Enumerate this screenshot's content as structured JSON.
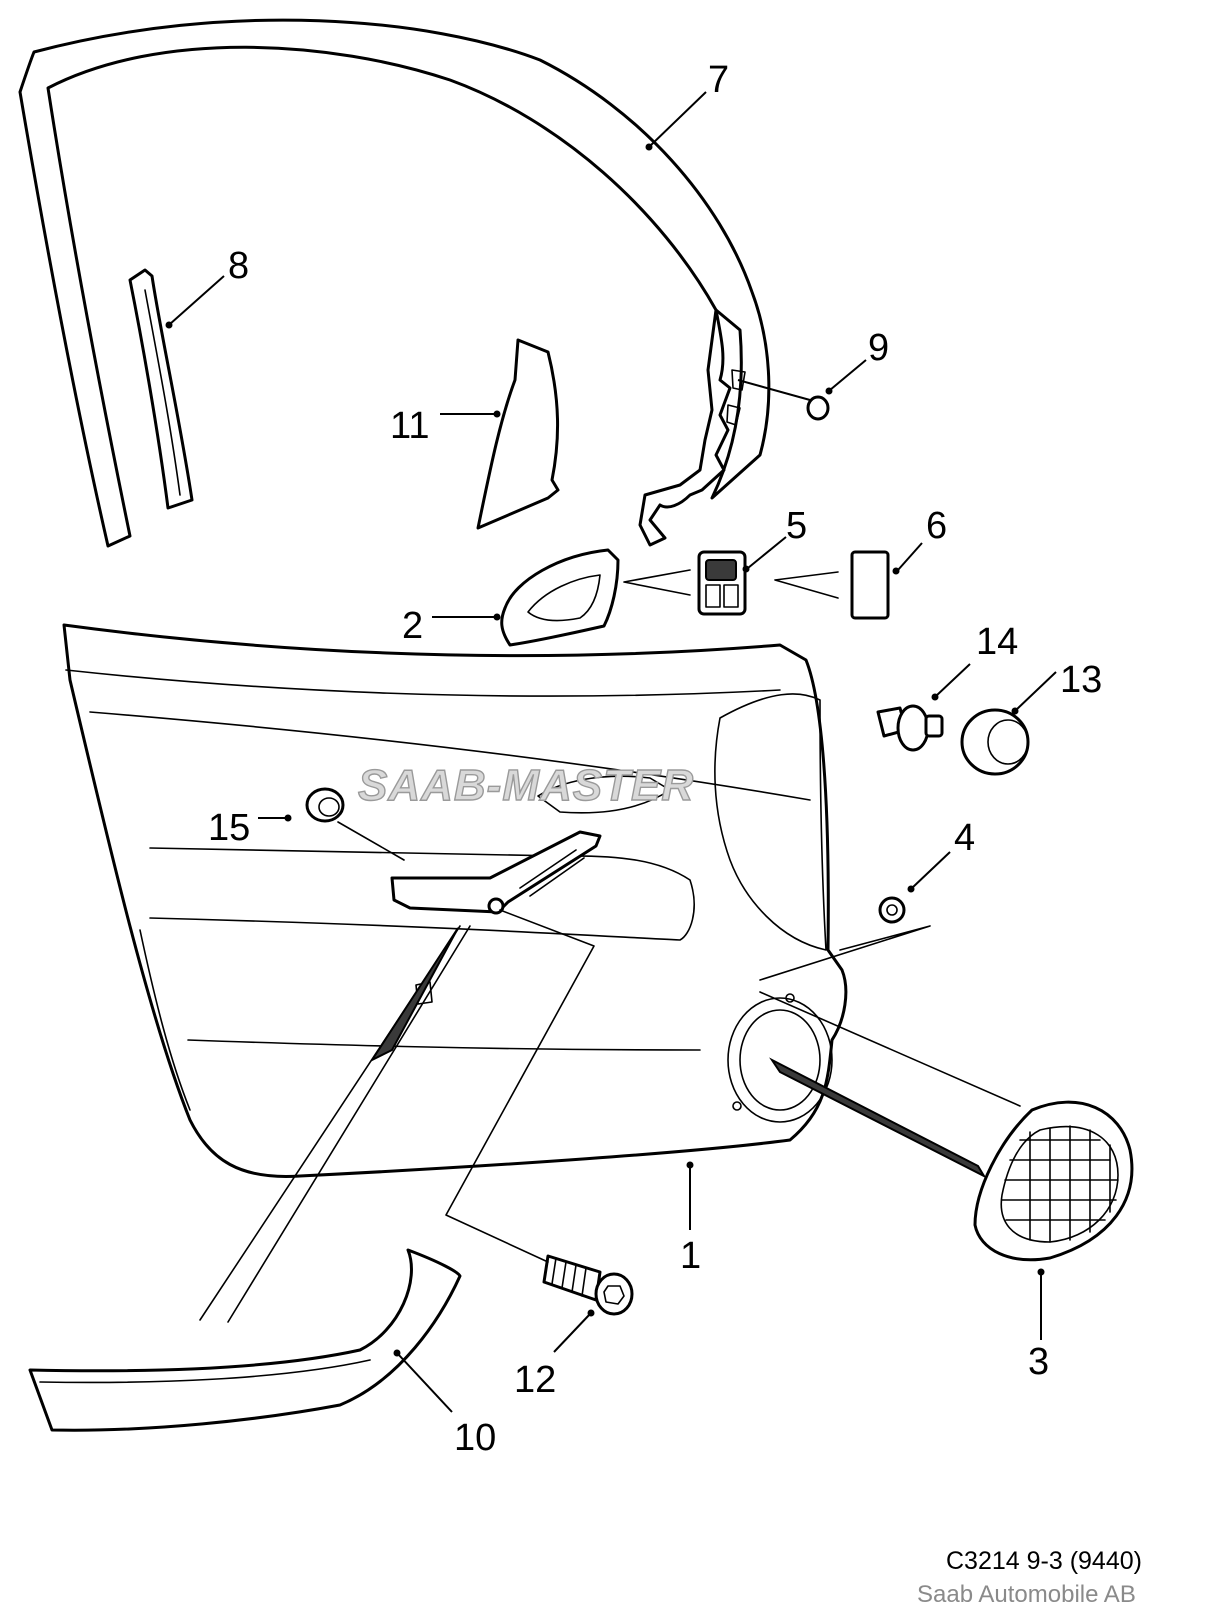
{
  "callouts": {
    "c1": "1",
    "c2": "2",
    "c3": "3",
    "c4": "4",
    "c5": "5",
    "c6": "6",
    "c7": "7",
    "c8": "8",
    "c9": "9",
    "c10": "10",
    "c11": "11",
    "c12": "12",
    "c13": "13",
    "c14": "14",
    "c15": "15"
  },
  "watermark": "SAAB-MASTER",
  "footer": {
    "code": "C3214 9-3 (9440)",
    "brand": "Saab Automobile AB"
  }
}
